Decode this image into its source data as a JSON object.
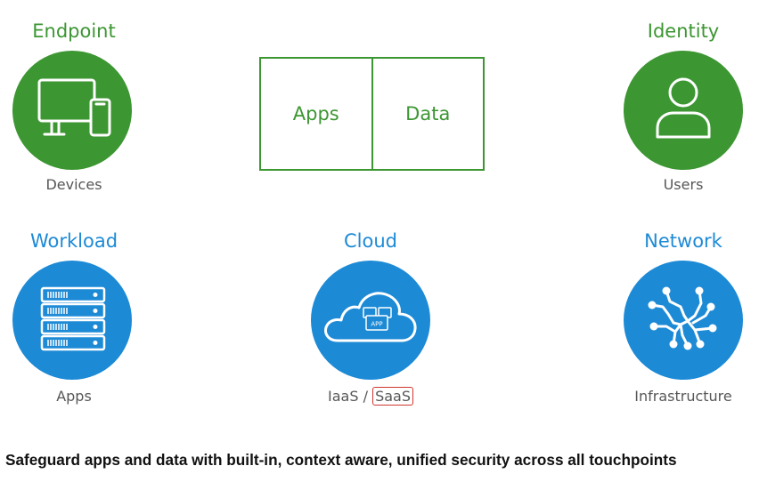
{
  "endpoint": {
    "heading": "Endpoint",
    "caption": "Devices",
    "icon": "devices-icon"
  },
  "identity": {
    "heading": "Identity",
    "caption": "Users",
    "icon": "user-icon"
  },
  "workload": {
    "heading": "Workload",
    "caption": "Apps",
    "icon": "server-rack-icon"
  },
  "cloud": {
    "heading": "Cloud",
    "caption_prefix": "IaaS / ",
    "caption_highlight": "SaaS",
    "icon_label": "APP",
    "icon": "cloud-app-icon"
  },
  "network": {
    "heading": "Network",
    "caption": "Infrastructure",
    "icon": "network-icon"
  },
  "center_box": {
    "left": "Apps",
    "right": "Data"
  },
  "footer": "Safeguard apps and data with built-in, context aware, unified security across all touchpoints",
  "colors": {
    "green": "#3c9632",
    "blue": "#1d8ad6",
    "highlight": "#d0362f"
  }
}
